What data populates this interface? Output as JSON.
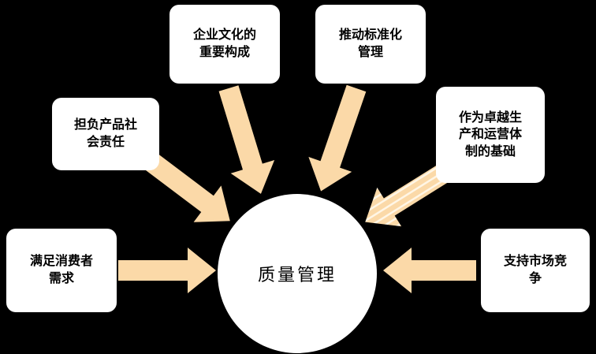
{
  "diagram": {
    "center": {
      "label": "质量管理"
    },
    "nodes": [
      {
        "id": "corporate-culture",
        "label": "企业文化的重要构成"
      },
      {
        "id": "standardization",
        "label": "推动标准化管理"
      },
      {
        "id": "social-responsibility",
        "label": "担负产品社会责任"
      },
      {
        "id": "excellence-foundation",
        "label": "作为卓越生产和运营体制的基础"
      },
      {
        "id": "consumer-needs",
        "label": "满足消费者需求"
      },
      {
        "id": "market-competition",
        "label": "支持市场竞争"
      }
    ],
    "colors": {
      "background": "#000000",
      "node_fill": "#FFFFFF",
      "arrow_fill": "#FBD9A8",
      "text": "#000000"
    }
  }
}
